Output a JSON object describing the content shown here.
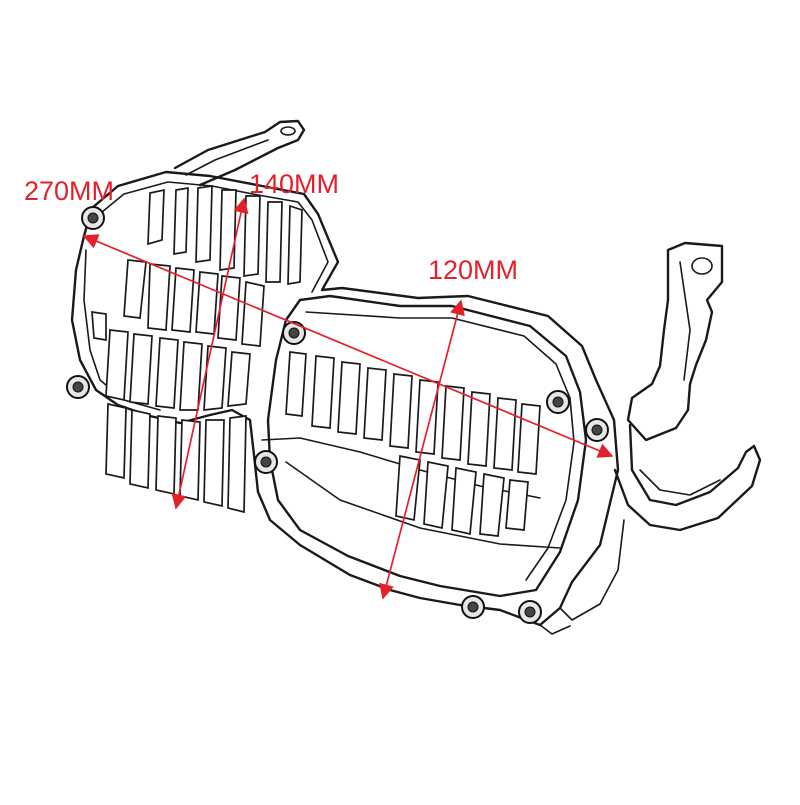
{
  "figure": {
    "subject": "headlight grill guard",
    "dimensions": [
      {
        "id": "width",
        "label": "270MM"
      },
      {
        "id": "height",
        "label": "140MM"
      },
      {
        "id": "inner-height",
        "label": "120MM"
      }
    ],
    "colors": {
      "dimension": "#e4212b",
      "outline": "#1a1a1a",
      "background": "#ffffff"
    }
  }
}
